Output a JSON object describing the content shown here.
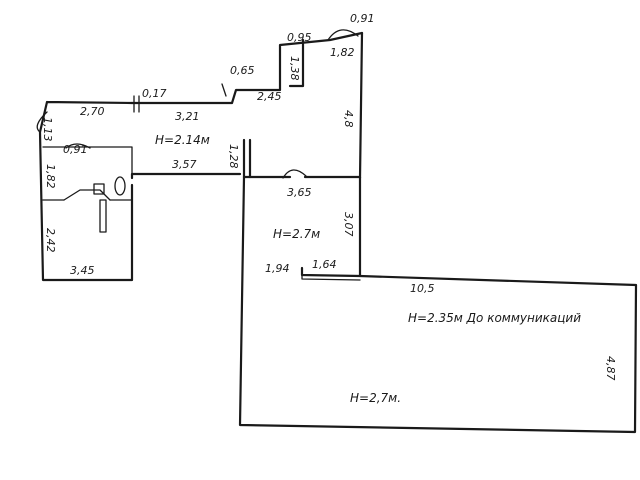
{
  "floor_plan": {
    "dimensions": {
      "d_0_91_top": "0,91",
      "d_0_95": "0,95",
      "d_1_82_top": "1,82",
      "d_1_38": "1,38",
      "d_0_65": "0,65",
      "d_0_17": "0,17",
      "d_2_70": "2,70",
      "d_3_21": "3,21",
      "d_2_45": "2,45",
      "d_1_13": "1,13",
      "d_4_8": "4,8",
      "d_0_91_left": "0,91",
      "d_1_28": "1,28",
      "d_1_82_left": "1,82",
      "d_3_57": "3,57",
      "d_3_65": "3,65",
      "d_2_42": "2,42",
      "d_3_07": "3,07",
      "d_3_45": "3,45",
      "d_1_94": "1,94",
      "d_1_64": "1,64",
      "d_10_5": "10,5",
      "d_4_87": "4,87"
    },
    "heights": {
      "h_corridor": "H=2.14м",
      "h_room": "H=2.7м",
      "h_hall_note": "H=2.35м  До коммуникаций",
      "h_hall": "H=2,7м."
    }
  }
}
